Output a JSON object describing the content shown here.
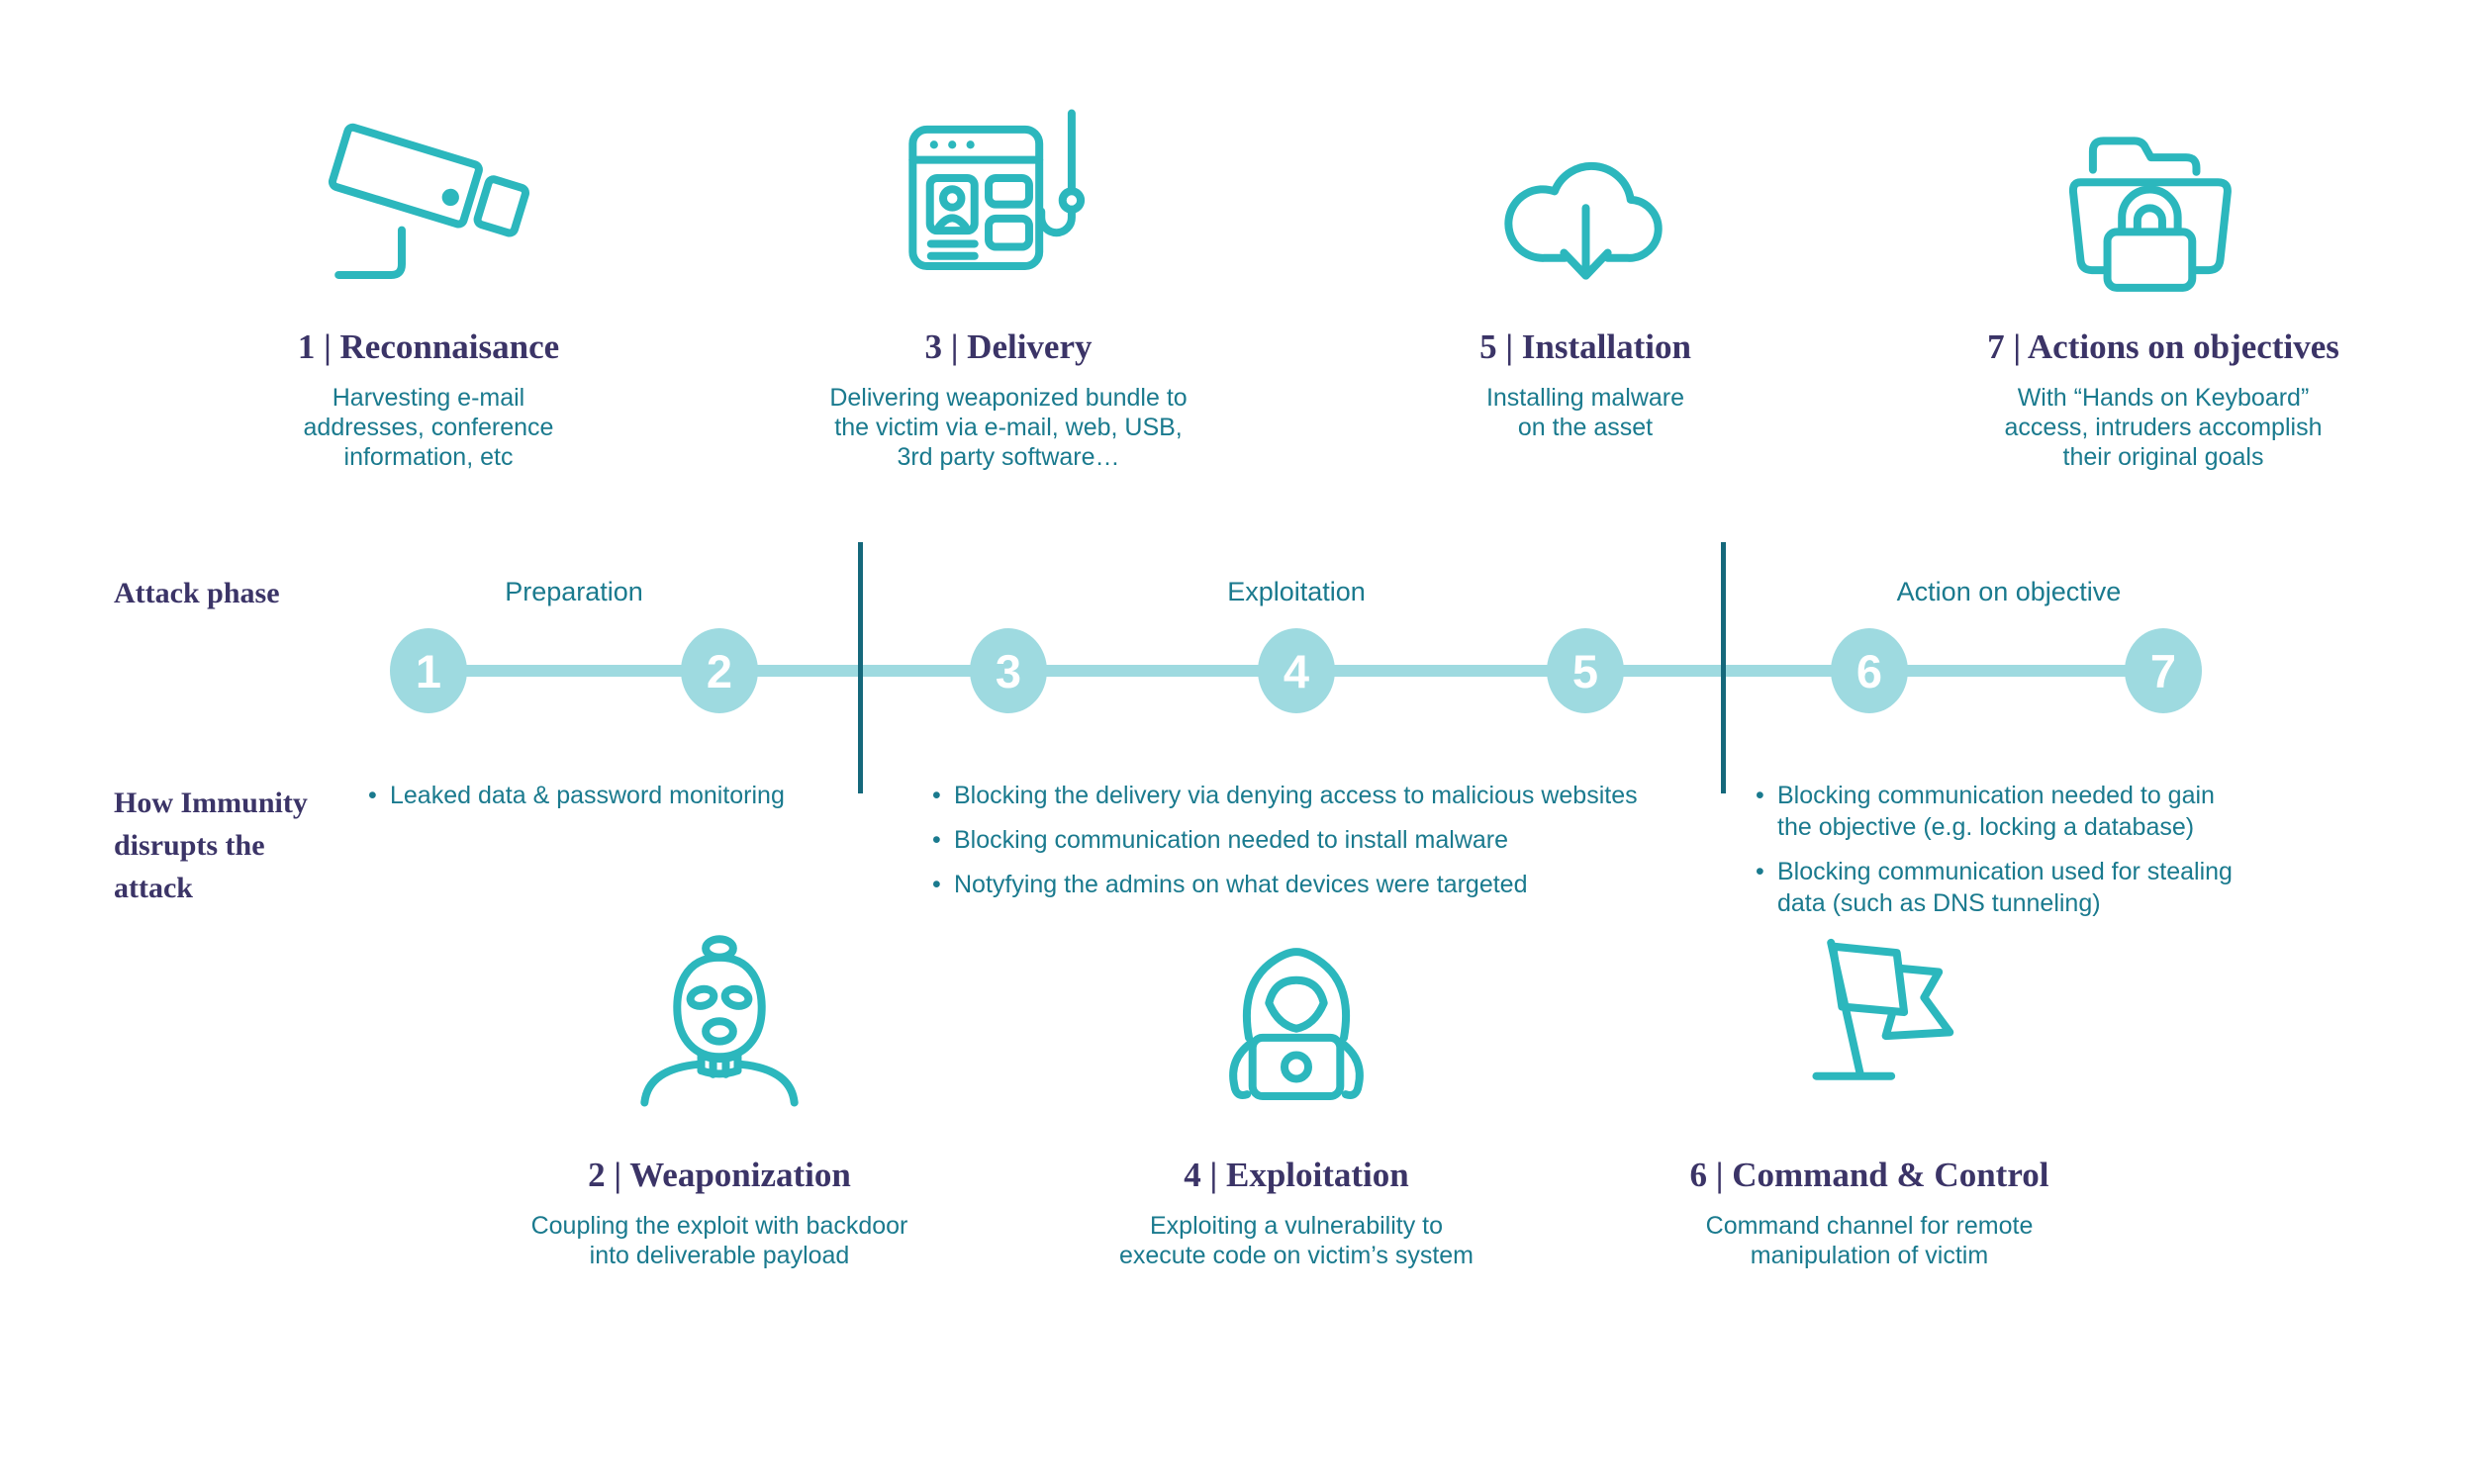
{
  "colors": {
    "teal": "#2CB7BD",
    "teal_light": "#9EDAE0",
    "navy": "#3B3467",
    "teal_text": "#1A7A8E",
    "divider": "#15687B",
    "white": "#FFFFFF"
  },
  "top_steps": [
    {
      "title": "1 | Reconnaisance",
      "description": "Harvesting e-mail\naddresses, conference\ninformation, etc",
      "icon": "security-camera-icon"
    },
    {
      "title": "3 | Delivery",
      "description": "Delivering weaponized bundle to\nthe victim via e-mail, web, USB,\n3rd party software…",
      "icon": "phishing-browser-icon"
    },
    {
      "title": "5 | Installation",
      "description": "Installing malware\non the asset",
      "icon": "cloud-download-icon"
    },
    {
      "title": "7 | Actions on objectives",
      "description": "With “Hands on Keyboard”\naccess, intruders accomplish\ntheir original goals",
      "icon": "locked-folder-icon"
    }
  ],
  "bottom_steps": [
    {
      "title": "2 | Weaponization",
      "description": "Coupling the exploit with backdoor\ninto deliverable payload",
      "icon": "balaclava-icon"
    },
    {
      "title": "4 | Exploitation",
      "description": "Exploiting a vulnerability to\nexecute code on victim’s system",
      "icon": "hacker-laptop-icon"
    },
    {
      "title": "6 | Command & Control",
      "description": "Command channel for remote\nmanipulation of victim",
      "icon": "command-flag-icon"
    }
  ],
  "timeline": {
    "attack_phase_label": "Attack phase",
    "phase_labels": [
      "Preparation",
      "Exploitation",
      "Action on objective"
    ],
    "step_numbers": [
      "1",
      "2",
      "3",
      "4",
      "5",
      "6",
      "7"
    ]
  },
  "disruption": {
    "label": "How Immunity\ndisrupts the\nattack",
    "columns": [
      {
        "bullets": [
          "Leaked data & password monitoring"
        ]
      },
      {
        "bullets": [
          "Blocking the delivery via denying access to malicious websites",
          "Blocking communication needed to install malware",
          "Notyfying the admins on what devices were targeted"
        ]
      },
      {
        "bullets": [
          "Blocking communication needed to gain\nthe objective (e.g. locking a database)",
          "Blocking communication used for stealing\ndata (such as DNS tunneling)"
        ]
      }
    ]
  }
}
